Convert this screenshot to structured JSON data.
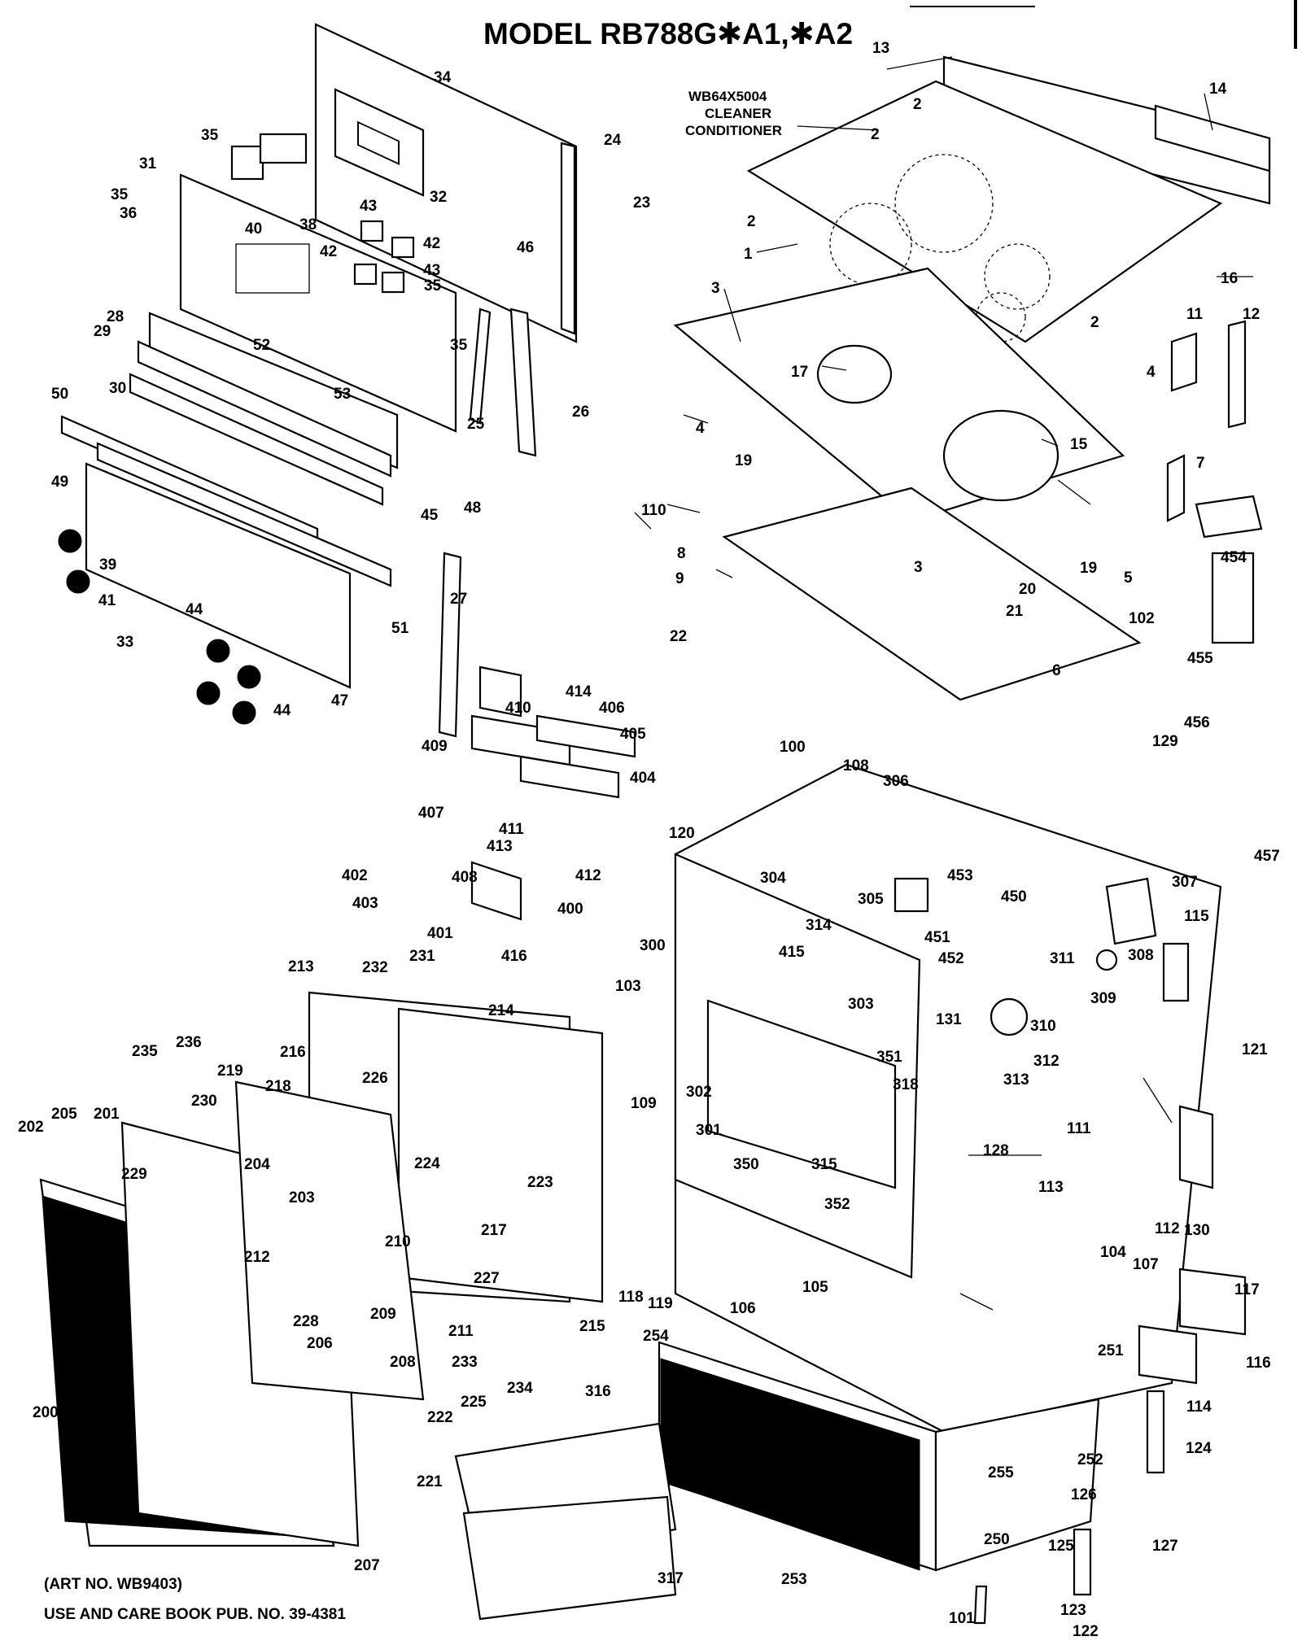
{
  "title": "MODEL RB788G✱A1,✱A2",
  "note": [
    "WB64X5004",
    "CLEANER",
    "CONDITIONER"
  ],
  "footer": [
    "(ART NO. WB9403)",
    "USE AND CARE BOOK PUB. NO. 39-4381"
  ],
  "callouts": {
    "c1": "1",
    "c2a": "2",
    "c2b": "2",
    "c2c": "2",
    "c2d": "2",
    "c3a": "3",
    "c3b": "3",
    "c4a": "4",
    "c4b": "4",
    "c5": "5",
    "c6": "6",
    "c7": "7",
    "c8": "8",
    "c9": "9",
    "c11": "11",
    "c12": "12",
    "c13": "13",
    "c14": "14",
    "c15": "15",
    "c16": "16",
    "c17": "17",
    "c19a": "19",
    "c19b": "19",
    "c20": "20",
    "c21": "21",
    "c22": "22",
    "c23": "23",
    "c24": "24",
    "c25": "25",
    "c26": "26",
    "c27": "27",
    "c28": "28",
    "c29": "29",
    "c30": "30",
    "c31": "31",
    "c32": "32",
    "c33": "33",
    "c34": "34",
    "c35a": "35",
    "c35b": "35",
    "c35c": "35",
    "c35d": "35",
    "c36": "36",
    "c38": "38",
    "c39": "39",
    "c40": "40",
    "c41": "41",
    "c42a": "42",
    "c42b": "42",
    "c43a": "43",
    "c43b": "43",
    "c44a": "44",
    "c44b": "44",
    "c45": "45",
    "c46": "46",
    "c47": "47",
    "c48": "48",
    "c49": "49",
    "c50": "50",
    "c51": "51",
    "c52": "52",
    "c53": "53",
    "c100": "100",
    "c101": "101",
    "c102": "102",
    "c103": "103",
    "c104": "104",
    "c105": "105",
    "c106": "106",
    "c107": "107",
    "c108": "108",
    "c109": "109",
    "c110": "110",
    "c111": "111",
    "c112": "112",
    "c113": "113",
    "c114": "114",
    "c115": "115",
    "c116": "116",
    "c117": "117",
    "c118": "118",
    "c119": "119",
    "c120": "120",
    "c121": "121",
    "c122": "122",
    "c123": "123",
    "c124": "124",
    "c125": "125",
    "c126": "126",
    "c127": "127",
    "c128": "128",
    "c129": "129",
    "c130": "130",
    "c131": "131",
    "c200": "200",
    "c201": "201",
    "c202": "202",
    "c203": "203",
    "c204": "204",
    "c205": "205",
    "c206": "206",
    "c207": "207",
    "c208": "208",
    "c209": "209",
    "c210": "210",
    "c211": "211",
    "c212": "212",
    "c213": "213",
    "c214": "214",
    "c215": "215",
    "c216": "216",
    "c217": "217",
    "c218": "218",
    "c219": "219",
    "c221": "221",
    "c222": "222",
    "c223": "223",
    "c224": "224",
    "c225": "225",
    "c226": "226",
    "c227": "227",
    "c228": "228",
    "c229": "229",
    "c230": "230",
    "c231": "231",
    "c232": "232",
    "c233": "233",
    "c234": "234",
    "c235": "235",
    "c236": "236",
    "c250": "250",
    "c251": "251",
    "c252": "252",
    "c253": "253",
    "c254": "254",
    "c255": "255",
    "c300": "300",
    "c301": "301",
    "c302": "302",
    "c303": "303",
    "c304": "304",
    "c305": "305",
    "c306": "306",
    "c307": "307",
    "c308": "308",
    "c309": "309",
    "c310": "310",
    "c311": "311",
    "c312": "312",
    "c313": "313",
    "c314": "314",
    "c315": "315",
    "c316": "316",
    "c317": "317",
    "c318": "318",
    "c350": "350",
    "c351": "351",
    "c352": "352",
    "c400": "400",
    "c401": "401",
    "c402": "402",
    "c403": "403",
    "c404": "404",
    "c405": "405",
    "c406": "406",
    "c407": "407",
    "c408": "408",
    "c409": "409",
    "c410": "410",
    "c411": "411",
    "c412": "412",
    "c413": "413",
    "c414": "414",
    "c415": "415",
    "c416": "416",
    "c450": "450",
    "c451": "451",
    "c452": "452",
    "c453": "453",
    "c454": "454",
    "c455": "455",
    "c456": "456",
    "c457": "457"
  }
}
